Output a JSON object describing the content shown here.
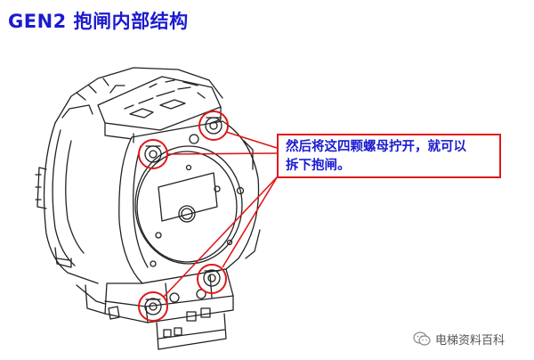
{
  "title": "GEN2 抱闸内部结构",
  "callout": {
    "line1": "然后将这四颗螺母拧开，就可以",
    "line2": "拆下抱闸。"
  },
  "watermark": {
    "text": "电梯资料百科",
    "icon": "wechat-icon"
  },
  "colors": {
    "title": "#1b1bd0",
    "callout_text": "#1b1bd0",
    "highlight": "#e01818",
    "line_art": "#222222"
  }
}
